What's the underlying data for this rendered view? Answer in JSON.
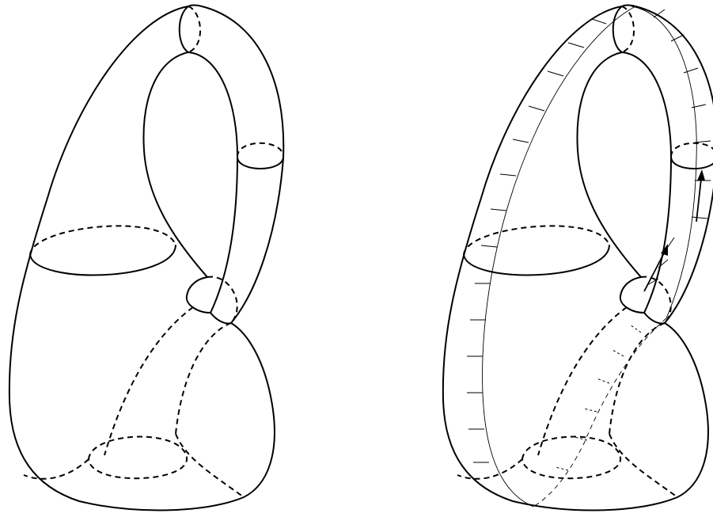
{
  "figure": {
    "panels": [
      {
        "id": "left",
        "variant": "klein-bottle"
      },
      {
        "id": "right",
        "variant": "klein-bottle-with-marked-strip"
      }
    ],
    "line_color": "#000000",
    "background": "#ffffff"
  }
}
